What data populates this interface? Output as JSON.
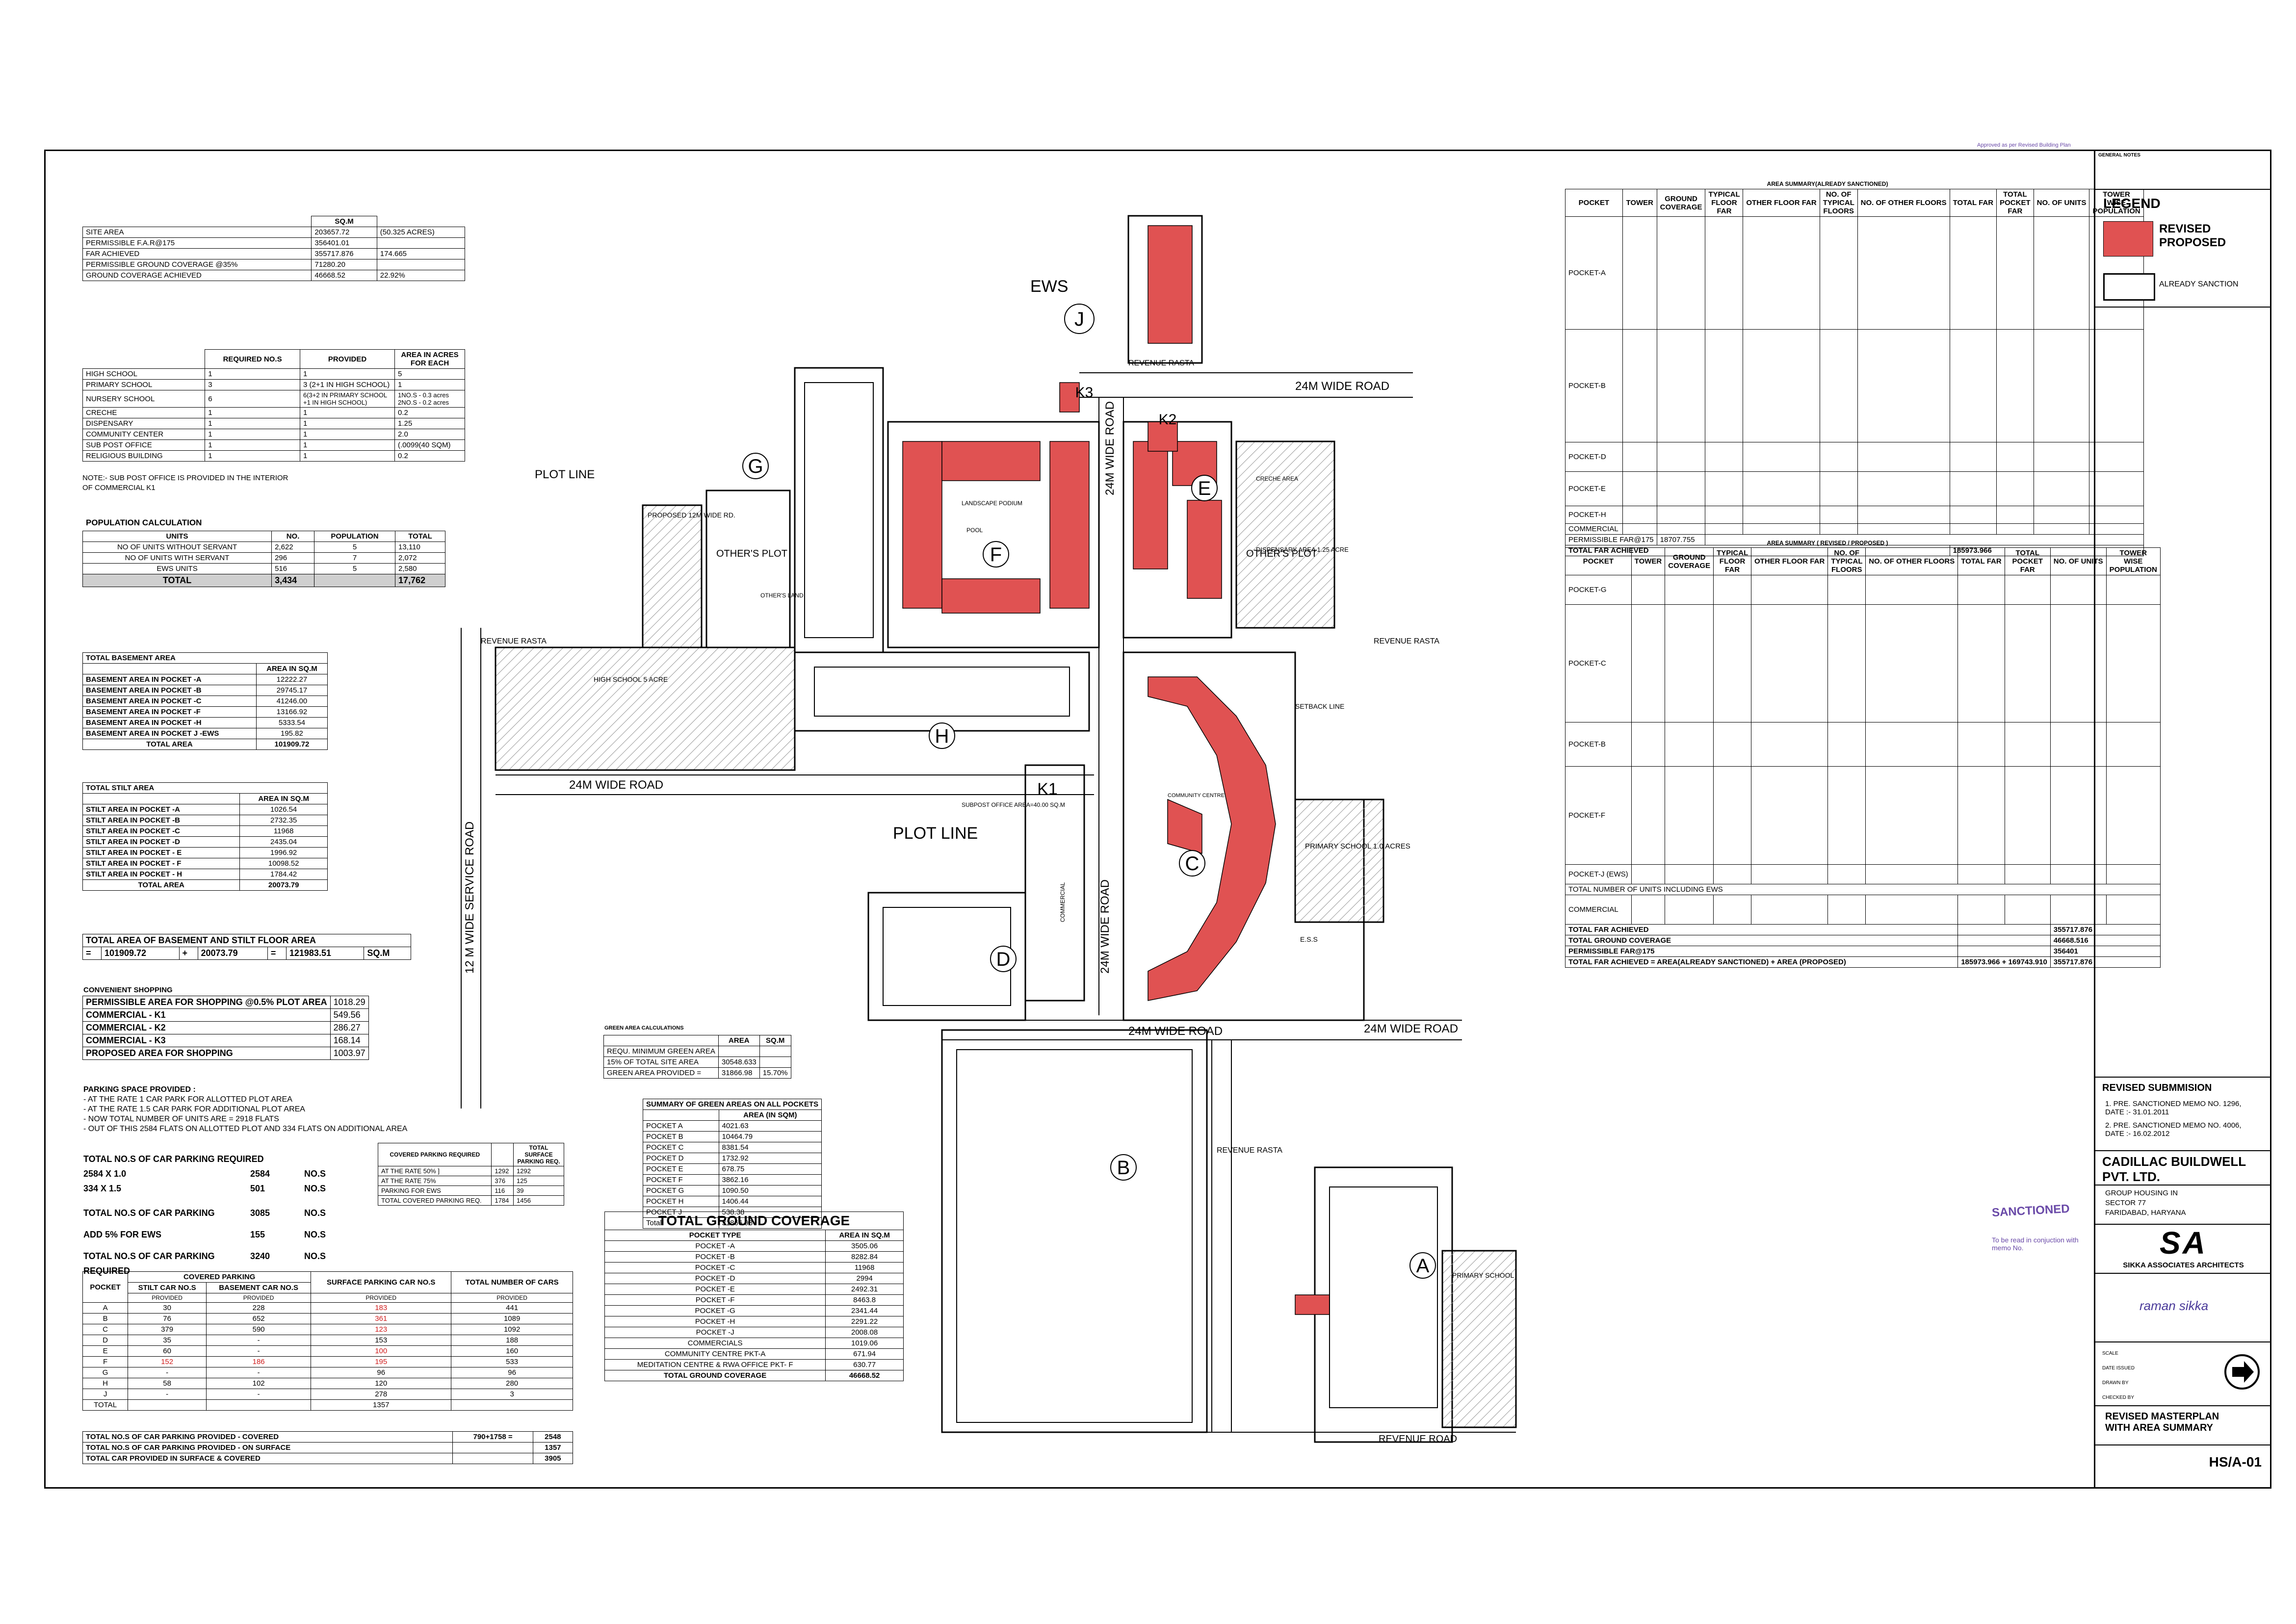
{
  "site_table": {
    "unit_header": "SQ.M",
    "rows": [
      {
        "label": "SITE AREA",
        "value": "203657.72",
        "extra": "(50.325 ACRES)"
      },
      {
        "label": "PERMISSIBLE F.A.R@175",
        "value": "356401.01",
        "extra": ""
      },
      {
        "label": "FAR ACHIEVED",
        "value": "355717.876",
        "extra": "174.665"
      },
      {
        "label": "PERMISSIBLE GROUND COVERAGE @35%",
        "value": "71280.20",
        "extra": ""
      },
      {
        "label": "GROUND COVERAGE ACHIEVED",
        "value": "46668.52",
        "extra": "22.92%"
      }
    ]
  },
  "facilities_table": {
    "headers": [
      "",
      "REQUIRED NO.S",
      "PROVIDED",
      "AREA IN ACRES FOR EACH"
    ],
    "rows": [
      [
        "HIGH SCHOOL",
        "1",
        "1",
        "5"
      ],
      [
        "PRIMARY SCHOOL",
        "3",
        "3 (2+1 IN HIGH SCHOOL)",
        "1"
      ],
      [
        "NURSERY SCHOOL",
        "6",
        "6(3+2 IN PRIMARY SCHOOL +1 IN HIGH SCHOOL)",
        "1NO.S - 0.3 acres 2NO.S - 0.2 acres"
      ],
      [
        "CRECHE",
        "1",
        "1",
        "0.2"
      ],
      [
        "DISPENSARY",
        "1",
        "1",
        "1.25"
      ],
      [
        "COMMUNITY CENTER",
        "1",
        "1",
        "2.0"
      ],
      [
        "SUB POST OFFICE",
        "1",
        "1",
        "(.0099(40 SQM)"
      ],
      [
        "RELIGIOUS BUILDING",
        "1",
        "1",
        "0.2"
      ]
    ],
    "note": "NOTE:- SUB POST OFFICE IS PROVIDED IN THE INTERIOR OF COMMERCIAL K1"
  },
  "population": {
    "title": "POPULATION CALCULATION",
    "headers": [
      "UNITS",
      "NO.",
      "POPULATION",
      "TOTAL"
    ],
    "rows": [
      [
        "NO OF UNITS WITHOUT SERVANT",
        "2,622",
        "5",
        "13,110"
      ],
      [
        "NO OF UNITS WITH SERVANT",
        "296",
        "7",
        "2,072"
      ],
      [
        "EWS UNITS",
        "516",
        "5",
        "2,580"
      ]
    ],
    "total": [
      "TOTAL",
      "3,434",
      "",
      "17,762"
    ]
  },
  "basement": {
    "title": "TOTAL BASEMENT AREA",
    "header": "AREA IN SQ.M",
    "rows": [
      [
        "BASEMENT AREA IN POCKET -A",
        "12222.27"
      ],
      [
        "BASEMENT AREA IN POCKET -B",
        "29745.17"
      ],
      [
        "BASEMENT AREA IN POCKET -C",
        "41246.00"
      ],
      [
        "BASEMENT AREA IN POCKET -F",
        "13166.92"
      ],
      [
        "BASEMENT AREA IN POCKET -H",
        "5333.54"
      ],
      [
        "BASEMENT AREA IN POCKET J -EWS",
        "195.82"
      ]
    ],
    "total": [
      "TOTAL AREA",
      "101909.72"
    ]
  },
  "stilt": {
    "title": "TOTAL STILT AREA",
    "header": "AREA IN SQ.M",
    "rows": [
      [
        "STILT AREA IN POCKET -A",
        "1026.54"
      ],
      [
        "STILT AREA IN POCKET -B",
        "2732.35"
      ],
      [
        "STILT AREA IN POCKET -C",
        "11968"
      ],
      [
        "STILT AREA IN POCKET -D",
        "2435.04"
      ],
      [
        "STILT AREA IN POCKET - E",
        "1996.92"
      ],
      [
        "STILT AREA IN POCKET - F",
        "10098.52"
      ],
      [
        "STILT AREA IN POCKET - H",
        "1784.42"
      ]
    ],
    "total": [
      "TOTAL AREA",
      "20073.79"
    ]
  },
  "basement_stilt": {
    "title": "TOTAL AREA OF BASEMENT AND STILT FLOOR AREA",
    "row": [
      "=",
      "101909.72",
      "+",
      "20073.79",
      "=",
      "121983.51",
      "SQ.M"
    ]
  },
  "shopping": {
    "title": "CONVENIENT SHOPPING",
    "rows": [
      [
        "PERMISSIBLE AREA FOR SHOPPING @0.5% PLOT AREA",
        "1018.29"
      ],
      [
        "COMMERCIAL - K1",
        "549.56"
      ],
      [
        "COMMERCIAL - K2",
        "286.27"
      ],
      [
        "COMMERCIAL - K3",
        "168.14"
      ],
      [
        "PROPOSED AREA FOR SHOPPING",
        "1003.97"
      ]
    ]
  },
  "parking_notes": {
    "title": "PARKING SPACE PROVIDED :",
    "lines": [
      "- AT THE RATE 1 CAR PARK FOR ALLOTTED PLOT AREA",
      "- AT THE RATE 1.5 CAR PARK FOR ADDITIONAL PLOT AREA",
      "- NOW TOTAL NUMBER OF UNITS ARE = 2918 FLATS",
      "- OUT OF THIS 2584 FLATS ON ALLOTTED PLOT AND 334 FLATS ON ADDITIONAL AREA"
    ]
  },
  "parking_calc": {
    "rows": [
      [
        "TOTAL NO.S OF CAR PARKING REQUIRED",
        "",
        ""
      ],
      [
        "2584 X 1.0",
        "2584",
        "NO.S"
      ],
      [
        "334 X 1.5",
        "501",
        "NO.S"
      ],
      [
        "TOTAL NO.S OF CAR PARKING",
        "3085",
        "NO.S"
      ],
      [
        "ADD 5% FOR EWS",
        "155",
        "NO.S"
      ],
      [
        "TOTAL NO.S OF CAR PARKING REQUIRED",
        "3240",
        "NO.S"
      ]
    ],
    "side_headers": [
      "COVERED PARKING REQUIRED",
      "",
      "TOTAL SURFACE PARKING REQ."
    ],
    "side_rows": [
      [
        "AT THE RATE 50% ]",
        "1292",
        "1292"
      ],
      [
        "AT THE RATE 75%",
        "376",
        "125"
      ],
      [
        "PARKING FOR EWS",
        "116",
        "39"
      ],
      [
        "TOTAL COVERED PARKING REQ.",
        "1784",
        "1456"
      ]
    ]
  },
  "covered_parking": {
    "headers": [
      "POCKET",
      "COVERED PARKING",
      "",
      "SURFACE PARKING CAR NO.S",
      "TOTAL NUMBER OF CARS"
    ],
    "sub_headers": [
      "",
      "STILT CAR NO.S",
      "BASEMENT CAR NO.S",
      "",
      ""
    ],
    "provided": [
      "",
      "PROVIDED",
      "PROVIDED",
      "PROVIDED",
      "PROVIDED"
    ],
    "rows": [
      [
        "A",
        "30",
        "228",
        "183",
        "441"
      ],
      [
        "B",
        "76",
        "652",
        "361",
        "1089"
      ],
      [
        "C",
        "379",
        "590",
        "123",
        "1092"
      ],
      [
        "D",
        "35",
        "-",
        "153",
        "188"
      ],
      [
        "E",
        "60",
        "-",
        "100",
        "160"
      ],
      [
        "F",
        "152",
        "186",
        "195",
        "533"
      ],
      [
        "G",
        "-",
        "-",
        "96",
        "96"
      ],
      [
        "H",
        "58",
        "102",
        "120",
        "280"
      ],
      [
        "J",
        "-",
        "-",
        "278",
        "3"
      ]
    ],
    "total_label": "TOTAL",
    "total_value": "1357",
    "summary": [
      [
        "TOTAL NO.S OF CAR PARKING PROVIDED - COVERED",
        "790+1758 =",
        "2548"
      ],
      [
        "TOTAL NO.S OF CAR PARKING PROVIDED - ON SURFACE",
        "",
        "1357"
      ],
      [
        "TOTAL CAR PROVIDED IN SURFACE & COVERED",
        "",
        "3905"
      ]
    ]
  },
  "green_area": {
    "title": "GREEN AREA CALCULATIONS",
    "headers": [
      "",
      "AREA",
      "SQ.M"
    ],
    "rows": [
      [
        "REQU. MINIMUM GREEN AREA",
        "",
        ""
      ],
      [
        "15% OF TOTAL SITE AREA",
        "30548.633",
        ""
      ],
      [
        "GREEN AREA PROVIDED =",
        "31866.98",
        "15.70%"
      ]
    ]
  },
  "green_summary": {
    "title": "SUMMARY OF GREEN AREAS ON ALL POCKETS",
    "header": "AREA (IN SQM)",
    "rows": [
      [
        "POCKET A",
        "4021.63"
      ],
      [
        "POCKET B",
        "10464.79"
      ],
      [
        "POCKET C",
        "8381.54"
      ],
      [
        "POCKET D",
        "1732.92"
      ],
      [
        "POCKET E",
        "678.75"
      ],
      [
        "POCKET F",
        "3862.16"
      ],
      [
        "POCKET G",
        "1090.50"
      ],
      [
        "POCKET H",
        "1406.44"
      ],
      [
        "POCKET J",
        "538.38"
      ],
      [
        "Total",
        "31866.98"
      ]
    ]
  },
  "ground_coverage": {
    "title": "TOTAL GROUND COVERAGE",
    "headers": [
      "POCKET TYPE",
      "AREA IN SQ.M"
    ],
    "rows": [
      [
        "POCKET -A",
        "3505.06"
      ],
      [
        "POCKET -B",
        "8282.84"
      ],
      [
        "POCKET -C",
        "11968"
      ],
      [
        "POCKET -D",
        "2994"
      ],
      [
        "POCKET -E",
        "2492.31"
      ],
      [
        "POCKET -F",
        "8463.8"
      ],
      [
        "POCKET -G",
        "2341.44"
      ],
      [
        "POCKET -H",
        "2291.22"
      ],
      [
        "POCKET -J",
        "2008.08"
      ],
      [
        "COMMERCIALS",
        "1019.06"
      ],
      [
        "COMMUNITY CENTRE PKT-A",
        "671.94"
      ],
      [
        "MEDITATION CENTRE & RWA OFFICE PKT- F",
        "630.77"
      ]
    ],
    "total": [
      "TOTAL GROUND COVERAGE",
      "46668.52"
    ]
  },
  "plan_labels": {
    "roads": [
      "24M WIDE ROAD",
      "24M WIDE ROAD",
      "24M WIDE ROAD",
      "24M WIDE ROAD",
      "24M WIDE ROAD",
      "24M WIDE ROAD",
      "12 M WIDE SERVICE ROAD",
      "REVENUE ROAD",
      "REVENUE RASTA",
      "REVENUE RASTA",
      "REVENUE RASTA",
      "REVENUE RASTA"
    ],
    "pockets": [
      "A",
      "B",
      "C",
      "D",
      "E",
      "F",
      "G",
      "H",
      "J",
      "K1",
      "K2",
      "K3"
    ],
    "areas": [
      "PLOT LINE",
      "PLOT LINE",
      "OTHER'S PLOT",
      "OTHER'S PLOT",
      "OTHER'S LAND",
      "HIGH SCHOOL 5 ACRE",
      "PRIMARY SCHOOL 1.0 ACRES",
      "PRIMARY SCHOOL",
      "COMMUNITY CENTRE",
      "DISPENSARY AREA 1.25 ACRE",
      "CRECHE AREA",
      "LANDSCAPE PODIUM",
      "POOL",
      "EWS",
      "SETBACK LINE",
      "SUBPOST OFFICE AREA=40.00 SQ.M",
      "PROPOSED 12M WIDE RD.",
      "E.S.S",
      "COMMERCIAL"
    ]
  },
  "area_summary_sanctioned": {
    "title": "AREA SUMMARY(ALREADY SANCTIONED)",
    "headers": [
      "POCKET",
      "TOWER",
      "GROUND COVERAGE",
      "TYPICAL FLOOR FAR",
      "OTHER FLOOR FAR",
      "NO. OF TYPICAL FLOORS",
      "NO. OF OTHER FLOORS",
      "TOTAL FAR",
      "TOTAL POCKET FAR",
      "NO. OF UNITS",
      "TOWER WISE POPULATION"
    ],
    "pockets": [
      "POCKET-A",
      "POCKET-B",
      "POCKET-D",
      "POCKET-E",
      "POCKET-H",
      "COMMERCIAL"
    ],
    "permissible_label": "PERMISSIBLE FAR@175",
    "total_far_label": "TOTAL FAR ACHIEVED",
    "total_far_value": "185973.966",
    "sub_total": "18707.755"
  },
  "area_summary_revised": {
    "title": "AREA SUMMARY ( REVISED / PROPOSED )",
    "headers": [
      "POCKET",
      "TOWER",
      "GROUND COVERAGE",
      "TYPICAL FLOOR FAR",
      "OTHER FLOOR FAR",
      "NO. OF TYPICAL FLOORS",
      "NO. OF OTHER FLOORS",
      "TOTAL FAR",
      "TOTAL POCKET FAR",
      "NO. OF UNITS",
      "TOWER WISE POPULATION"
    ],
    "pockets": [
      "POCKET-G",
      "POCKET-C",
      "POCKET-B",
      "POCKET-F",
      "POCKET-J (EWS)",
      "COMMERCIAL"
    ],
    "total_units_label": "TOTAL NUMBER OF UNITS INCLUDING EWS",
    "footer": [
      [
        "TOTAL FAR ACHIEVED",
        "",
        "355717.876"
      ],
      [
        "TOTAL GROUND COVERAGE",
        "",
        "46668.516"
      ],
      [
        "PERMISSIBLE FAR@175",
        "",
        "356401"
      ],
      [
        "TOTAL FAR ACHIEVED = AREA(ALREADY SANCTIONED) + AREA (PROPOSED)",
        "185973.966 + 169743.910",
        "355717.876"
      ]
    ]
  },
  "right_column": {
    "general_notes_title": "GENERAL NOTES",
    "legend_title": "LEGEND",
    "legend_revised": "REVISED PROPOSED",
    "legend_sanctioned": "ALREADY SANCTION",
    "revised_title": "REVISED SUBMMISION",
    "revised_lines": [
      "1. PRE. SANCTIONED MEMO NO. 1296, DATE :- 31.01.2011",
      "2. PRE. SANCTIONED MEMO NO. 4006, DATE :- 16.02.2012"
    ],
    "client": "CADILLAC BUILDWELL PVT. LTD.",
    "project_lines": [
      "GROUP HOUSING IN",
      "SECTOR 77",
      "FARIDABAD, HARYANA"
    ],
    "architect_logo": "SA",
    "architect": "SIKKA ASSOCIATES ARCHITECTS",
    "signatory": "raman sikka",
    "drawing_title": "REVISED MASTERPLAN WITH AREA SUMMARY",
    "drawing_no": "HS/A-01",
    "field_labels": [
      "SCALE",
      "DATE ISSUED",
      "DRAWN BY",
      "CHECKED BY"
    ]
  },
  "stamps": {
    "sanctioned": "SANCTIONED",
    "sanctioned_note": "To be read in conjuction with memo No.",
    "top_note": "Approved as per Revised Building Plan"
  },
  "colors": {
    "red": "#e05252",
    "line": "#000000",
    "hatch": "#999999"
  }
}
